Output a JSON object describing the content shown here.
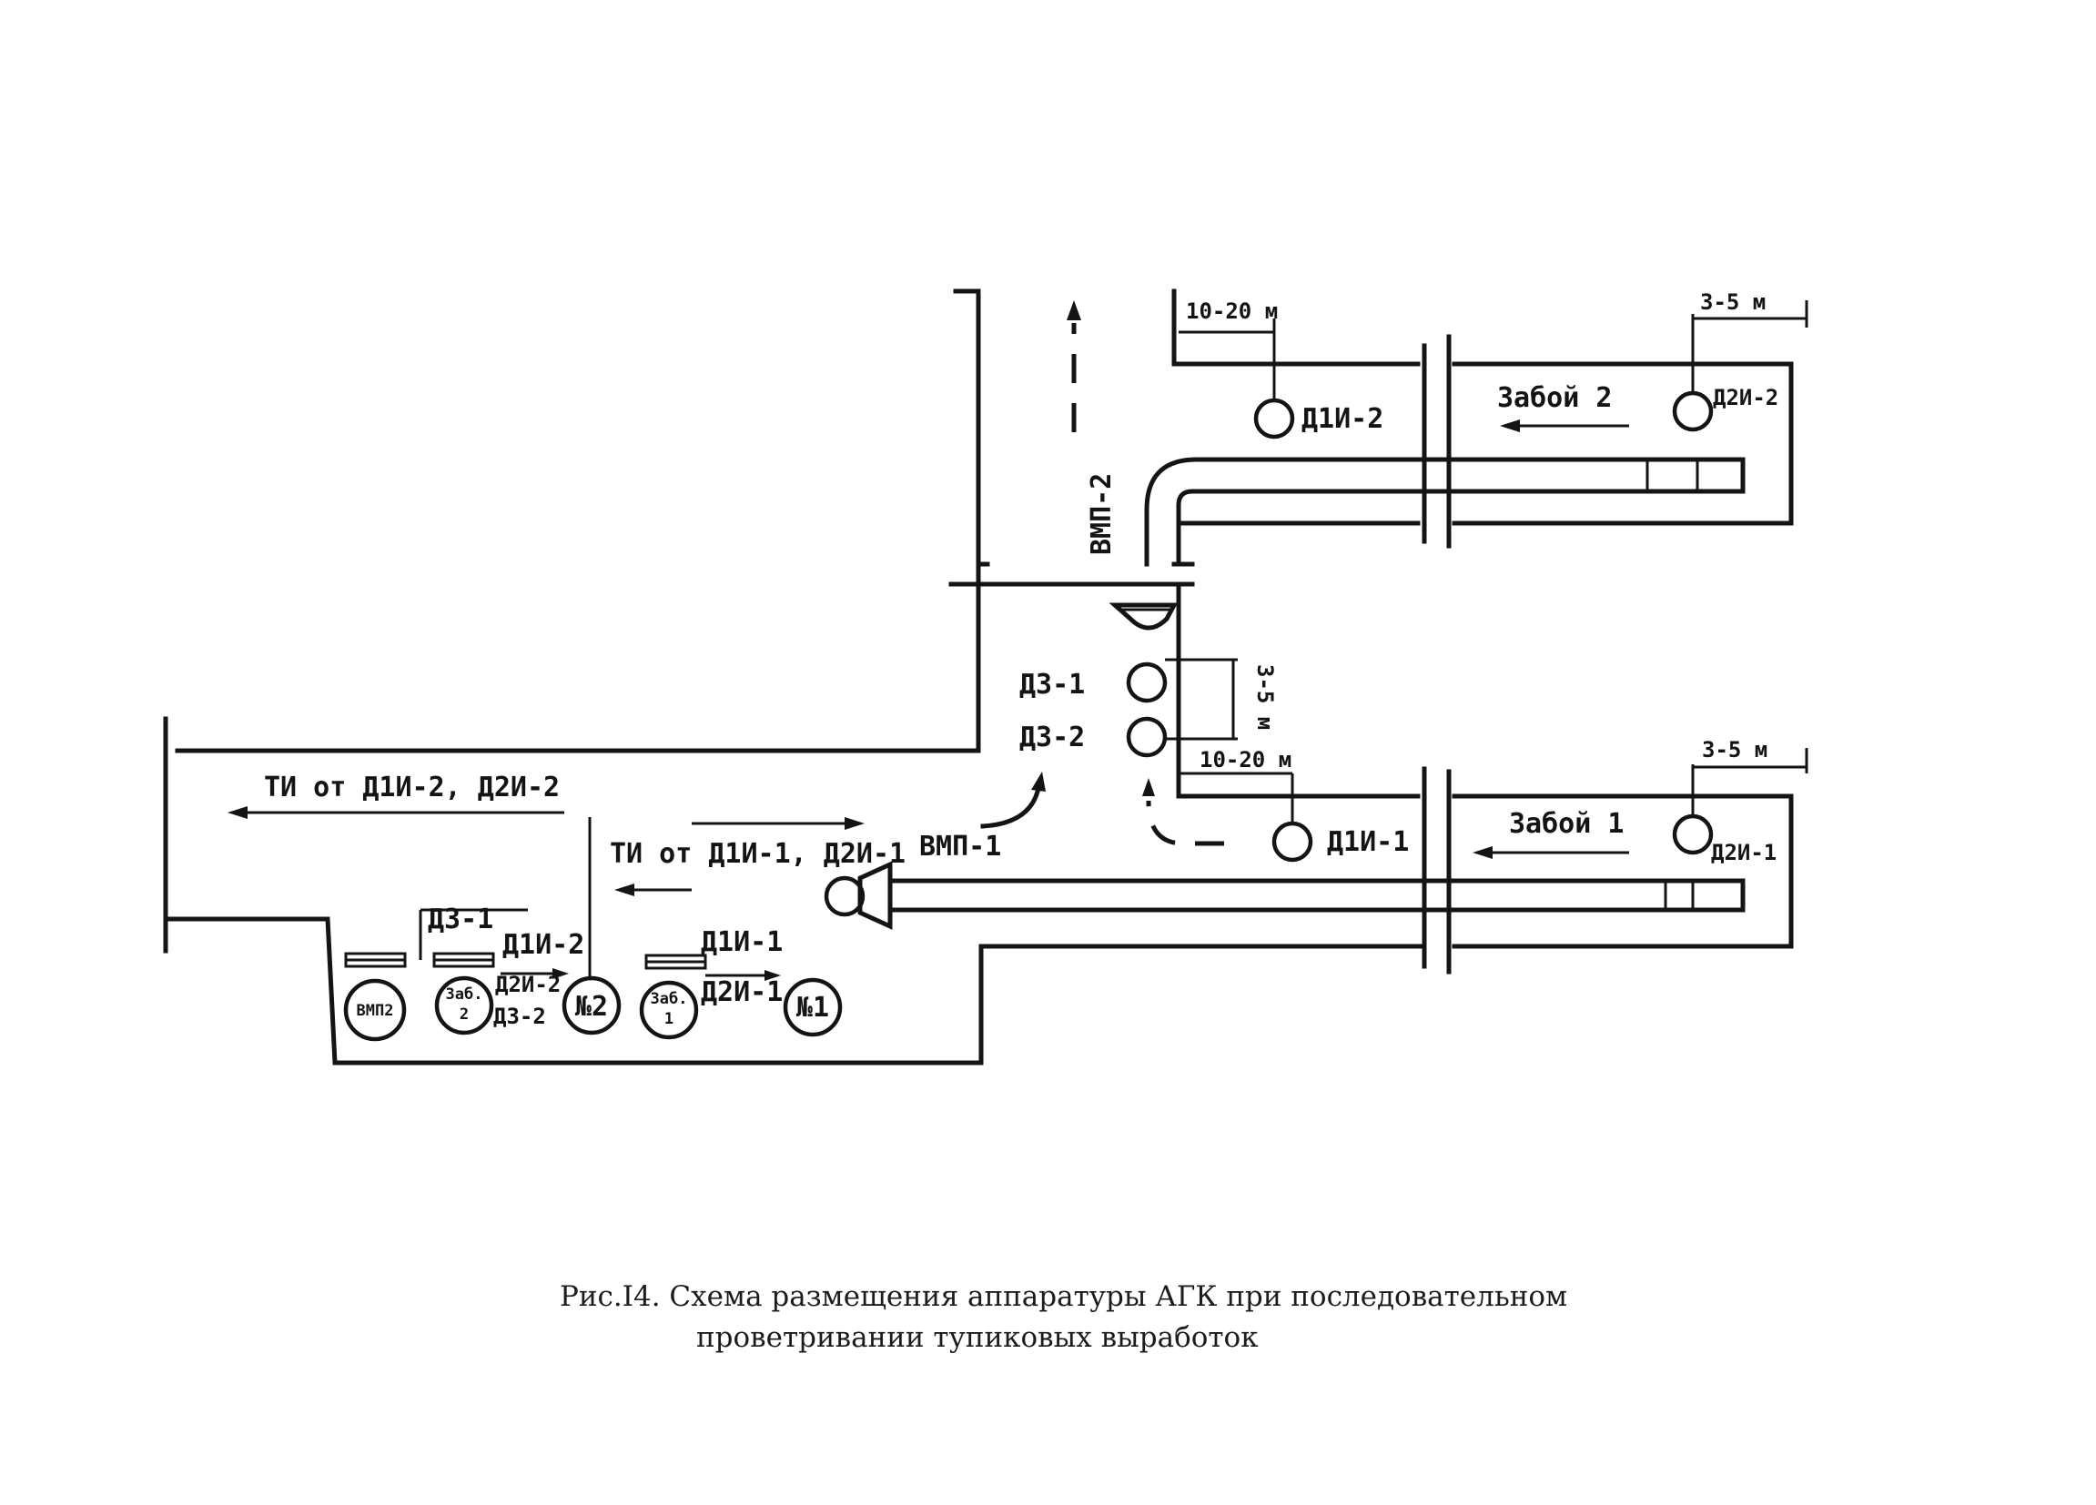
{
  "diagram": {
    "zones": {
      "face_2": "Забой 2",
      "face_1": "Забой 1"
    },
    "fans": {
      "vmp_2": "ВМП-2",
      "vmp_1": "ВМП-1"
    },
    "sensors": {
      "d1i_2": "Д1И-2",
      "d2i_2": "Д2И-2",
      "d1i_1": "Д1И-1",
      "d2i_1": "Д2И-1",
      "d3_1": "Д3-1",
      "d3_2": "Д3-2"
    },
    "distances": {
      "upper_10_20": "10-20 м",
      "upper_3_5": "3-5 м",
      "middle_3_5": "3-5 м",
      "lower_10_20": "10-20 м",
      "lower_3_5": "3-5 м"
    },
    "ti_lines": {
      "upper": "ТИ от Д1И-2, Д2И-2",
      "lower": "ТИ от Д1И-1, Д2И-1"
    },
    "station": {
      "d3_1": "Д3-1",
      "d1i_2": "Д1И-2",
      "d2i_2": "Д2И-2",
      "d3_2": "Д3-2",
      "d1i_1": "Д1И-1",
      "d2i_1": "Д2И-1",
      "unit_vmp2": "ВМП2",
      "unit_zab2_line1": "Заб.",
      "unit_zab2_line2": "2",
      "unit_n2": "№2",
      "unit_zab1_line1": "Заб.",
      "unit_zab1_line2": "1",
      "unit_n1": "№1"
    }
  },
  "caption": {
    "line1": "Рис.I4. Схема размещения аппаратуры АГК при последовательном",
    "line2": "проветривании тупиковых выработок"
  }
}
